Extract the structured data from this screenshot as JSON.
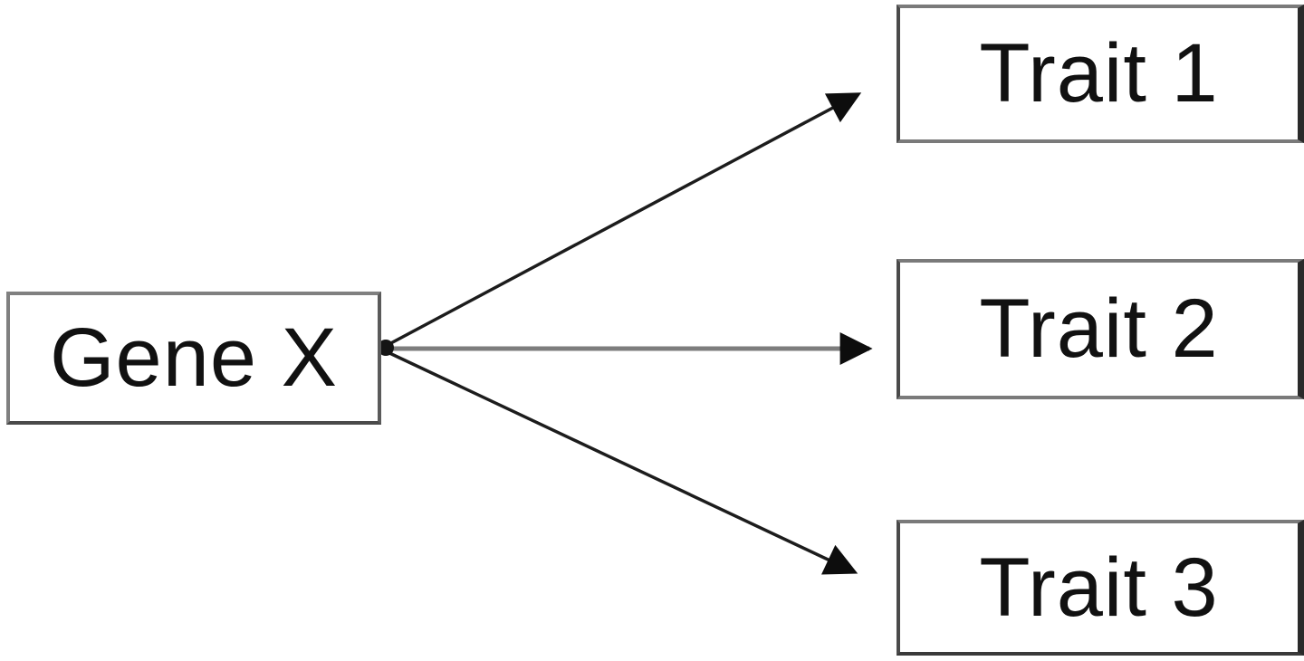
{
  "diagram": {
    "type": "node-edge-diagram",
    "description": "One gene influencing multiple traits (pleiotropy): a single source box with arrows to three trait boxes",
    "nodes": [
      {
        "id": "gene-x",
        "label": "Gene X",
        "role": "source"
      },
      {
        "id": "trait-1",
        "label": "Trait 1",
        "role": "target"
      },
      {
        "id": "trait-2",
        "label": "Trait 2",
        "role": "target"
      },
      {
        "id": "trait-3",
        "label": "Trait 3",
        "role": "target"
      }
    ],
    "edges": [
      {
        "from": "gene-x",
        "to": "trait-1",
        "style": "solid-arrow"
      },
      {
        "from": "gene-x",
        "to": "trait-2",
        "style": "solid-arrow"
      },
      {
        "from": "gene-x",
        "to": "trait-3",
        "style": "solid-arrow"
      }
    ],
    "colors": {
      "background": "#ffffff",
      "box_fill": "#ffffff",
      "box_border": "#7a7a7a",
      "text": "#111111",
      "diagonal_arrow": "#1c1c1c",
      "horizontal_arrow": "#7d7d7d",
      "arrowhead": "#0d0d0d"
    }
  }
}
